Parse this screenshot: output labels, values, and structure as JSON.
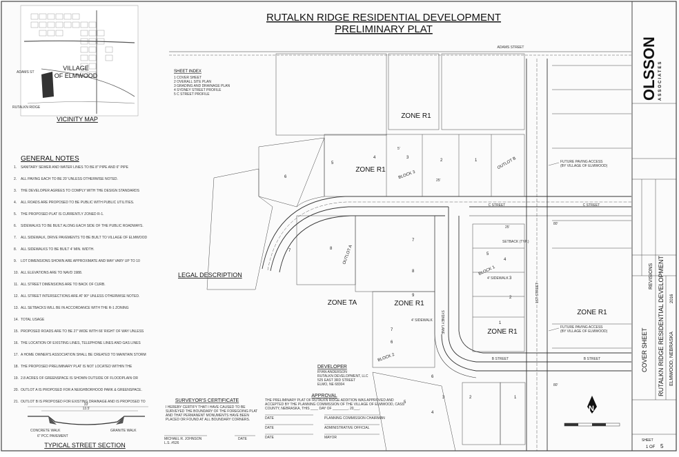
{
  "title": {
    "line1": "RUTALKN RIDGE RESIDENTIAL DEVELOPMENT",
    "line2": "PRELIMINARY PLAT"
  },
  "vicinity": {
    "title": "VICINITY MAP",
    "village_line1": "VILLAGE",
    "village_line2": "OF ELMWOOD",
    "street_label": "ADAMS ST",
    "site_label": "RUTALKN RIDGE"
  },
  "notes": {
    "heading": "GENERAL NOTES",
    "items": [
      "SANITARY SEWER AND WATER LINES TO BE 8\" PIPE AND 6\" PIPE",
      "ALL PAVING EACH TO BE 20' UNLESS OTHERWISE NOTED.",
      "THE DEVELOPER AGREES TO COMPLY WITH THE DESIGN STANDARDS",
      "ALL ROADS ARE PROPOSED TO BE PUBLIC WITH PUBLIC UTILITIES.",
      "THE PROPOSED PLAT IS CURRENTLY ZONED R-1.",
      "SIDEWALKS TO BE BUILT ALONG EACH SIDE OF THE PUBLIC ROADWAYS.",
      "ALL SIDEWALK, DRIVE PAVEMENTS TO BE BUILT TO VILLAGE OF ELMWOOD",
      "ALL SIDEWALKS TO BE BUILT 4' MIN. WIDTH.",
      "LOT DIMENSIONS SHOWN ARE APPROXIMATE AND MAY VARY UP TO 10",
      "ALL ELEVATIONS ARE TO NAVD 1988.",
      "ALL STREET DIMENSIONS ARE TO BACK OF CURB.",
      "ALL STREET INTERSECTIONS ARE AT 90° UNLESS OTHERWISE NOTED.",
      "ALL SETBACKS WILL BE IN ACCORDANCE WITH THE R-1 ZONING",
      "TOTAL USAGE",
      "PROPOSED ROADS ARE TO BE 27' WIDE WITH 66' RIGHT OF WAY UNLESS",
      "THE LOCATION OF EXISTING LINES, TELEPHONE LINES AND GAS LINES",
      "A HOME OWNER'S ASSOCIATION SHALL BE CREATED TO MAINTAIN STORM",
      "THE PROPOSED PRELIMINARY PLAT IS NOT LOCATED WITHIN THE",
      "2.8 ACRES OF GREENSPACE IS SHOWN OUTSIDE OF FLOODPLAIN OR",
      "OUTLOT A IS PROPOSED FOR A NEIGHBORHOOD PARK & GREENSPACE.",
      "OUTLOT B IS PROPOSED FOR EXISTING DRAINAGE AND IS PROPOSED TO"
    ]
  },
  "legal": {
    "heading": "LEGAL DESCRIPTION"
  },
  "sheet_index": {
    "heading": "SHEET INDEX",
    "items": [
      "1   COVER SHEET",
      "2   OVERALL SITE PLAN",
      "3   GRADING AND DRAINAGE PLAN",
      "4   SYDNEY STREET PROFILE",
      "5   C STREET PROFILE"
    ]
  },
  "street_section": {
    "title": "TYPICAL STREET SECTION",
    "dim_top": "33'",
    "dim_mid": "13.5'",
    "note1": "CONCRETE WALK",
    "note2": "6\" PCC PAVEMENT",
    "note3": "GRANITE WALK"
  },
  "surveyor": {
    "heading": "SURVEYOR'S CERTIFICATE",
    "lines": [
      "I HEREBY CERTIFY THAT I HAVE CAUSED TO BE",
      "SURVEYED THE BOUNDARY OF THE FOREGOING PLAT",
      "AND THAT PERMANENT MONUMENTS HAVE BEEN",
      "PLACED OR FOUND AT ALL BOUNDARY CORNERS."
    ],
    "name": "MICHAEL R. JOHNSON",
    "ls": "L.S. #526",
    "date": "DATE"
  },
  "approval": {
    "heading": "APPROVAL",
    "lines": [
      "THE PRELIMINARY PLAT OF RUTALKN RIDGE ADDITION WAS APPROVED AND",
      "ACCEPTED BY THE PLANNING COMMISSION OF THE VILLAGE OF ELMWOOD, CASS",
      "COUNTY, NEBRASKA, THIS ____ DAY OF ________, 20___."
    ],
    "signatures": [
      "DATE",
      "PLANNING COMMISSION CHAIRMAN",
      "DATE",
      "ADMINISTRATIVE OFFICIAL",
      "DATE",
      "MAYOR"
    ]
  },
  "developer": {
    "heading": "DEVELOPER",
    "lines": [
      "RYAN ANDERSON",
      "RUTALKN DEVELOPMENT, LLC",
      "525 EAST 3RD STREET",
      "ELMO, NE 68304"
    ]
  },
  "plat": {
    "zones": [
      "ZONE R1",
      "ZONE R1",
      "ZONE TA",
      "ZONE R1",
      "ZONE R1",
      "ZONE R1"
    ],
    "streets": {
      "adams": "ADAMS STREET",
      "c": "C STREET",
      "b": "B STREET",
      "first": "1ST STREET",
      "sydney": "SYDNEY LANE"
    },
    "blocks": [
      "BLOCK 3",
      "BLOCK 1",
      "BLOCK 2"
    ],
    "outlots": [
      "OUTLOT B",
      "OUTLOT A"
    ],
    "lot_numbers": [
      "5",
      "4",
      "3",
      "2",
      "1",
      "6",
      "7",
      "8",
      "9",
      "7",
      "6",
      "5",
      "4",
      "3",
      "2",
      "1",
      "6",
      "7",
      "8",
      "5",
      "4",
      "3",
      "2",
      "1"
    ],
    "future_paving": [
      "FUTURE PAVING ACCESS",
      "(BY VILLAGE OF ELMWOOD)"
    ],
    "setback": "SETBACK (TYP.)",
    "sidewalk": "4' SIDEWALK",
    "dim_5": "5'",
    "dim_25": "25'",
    "dim_80": "80'"
  },
  "north": {
    "letter": "N"
  },
  "title_block": {
    "company": "OLSSON",
    "company_sub": "ASSOCIATES",
    "revisions": "REVISIONS",
    "sheet_name": "COVER SHEET",
    "project": "RUTALKN RIDGE RESIDENTIAL DEVELOPMENT",
    "location": "ELMWOOD, NEBRASKA",
    "year": "2016",
    "sheet_label": "SHEET",
    "sheet_of": "1  OF",
    "sheet_total": "5"
  }
}
